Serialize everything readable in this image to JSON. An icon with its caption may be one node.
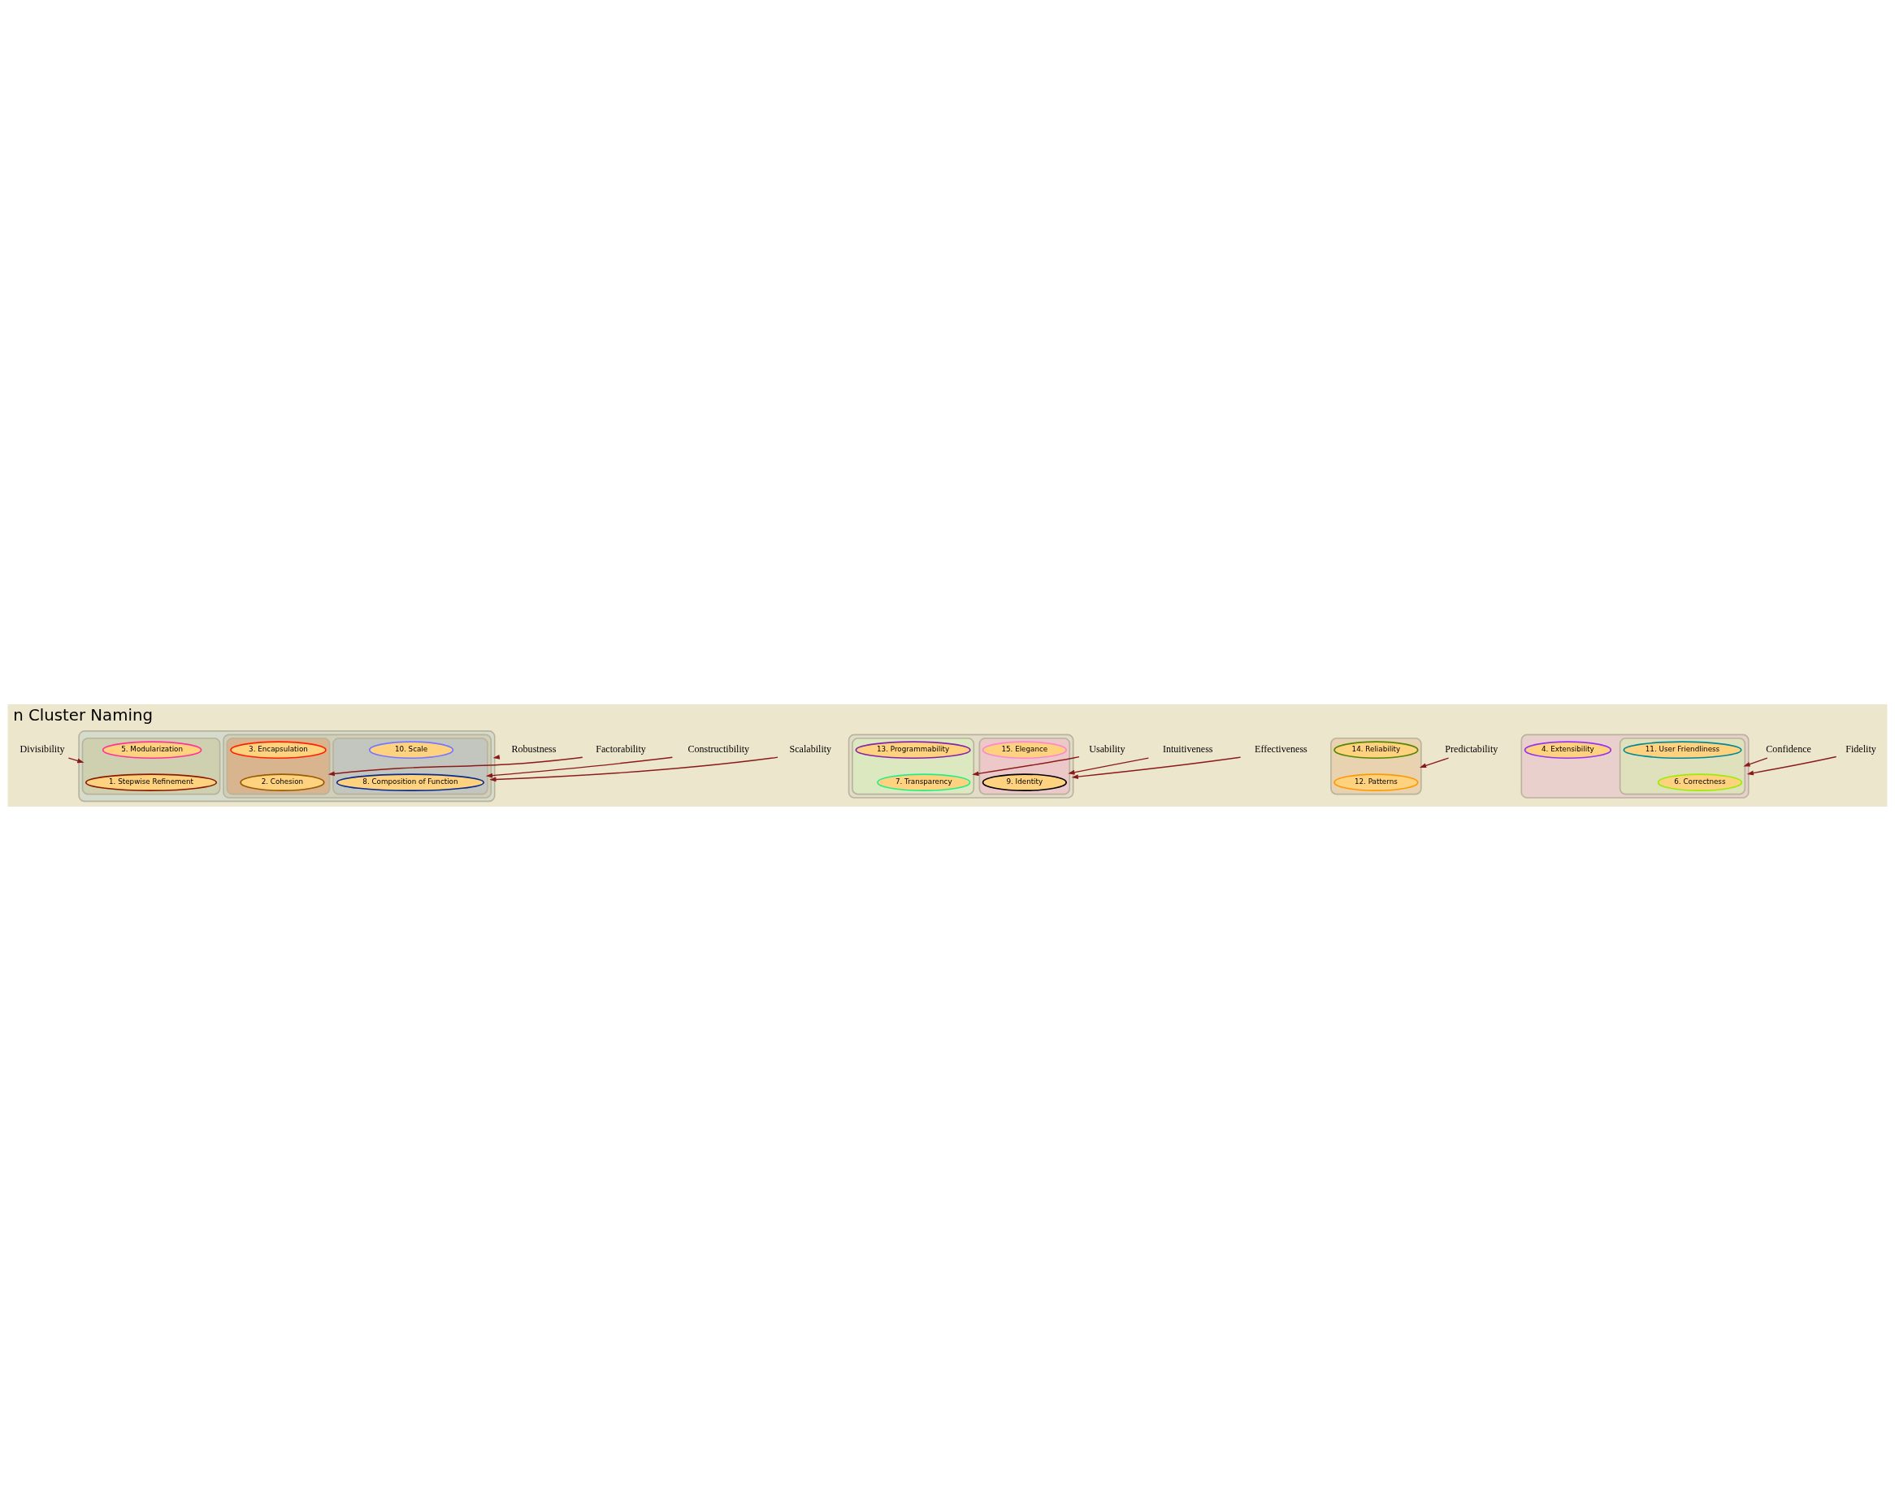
{
  "diagram": {
    "title": "n Cluster Naming",
    "nodes": [
      {
        "text": [
          "Divisibility"
        ]
      },
      {
        "text": [],
        "shape": "ellipse"
      },
      {
        "text": [],
        "shape": "ellipse",
        "in": 1
      },
      {
        "text": [
          "1. Stepwise Refinement"
        ],
        "in": 2
      },
      {
        "text": [
          "5. Modularization"
        ],
        "in": 2
      },
      {
        "text": [
          "Robustness"
        ]
      },
      {
        "text": [
          "Constructibility"
        ]
      },
      {
        "text": [],
        "shape": "ellipse",
        "in": 1
      },
      {
        "text": [],
        "shape": "ellipse",
        "in": 7
      },
      {
        "text": [
          "8. Composition of Function"
        ],
        "in": 8
      },
      {
        "text": [
          "10. Scale"
        ],
        "in": 8
      },
      {
        "text": [],
        "shape": "ellipse",
        "in": 7
      },
      {
        "text": [
          "2. Cohesion"
        ],
        "in": 11
      },
      {
        "text": [
          "3. Encapsulation"
        ],
        "in": 11
      },
      {
        "text": [
          "Factorability"
        ]
      },
      {
        "text": [
          "Scalability"
        ]
      },
      {
        "text": [],
        "shape": "ellipse"
      },
      {
        "text": [],
        "shape": "ellipse",
        "in": 16
      },
      {
        "text": [
          "9. Identity"
        ],
        "in": 17
      },
      {
        "text": [
          "15. Elegance"
        ],
        "in": 17
      },
      {
        "text": [],
        "shape": "ellipse",
        "in": 16
      },
      {
        "text": [
          "7. Transparency"
        ],
        "in": 20
      },
      {
        "text": [
          "13. Programmability"
        ],
        "in": 20
      },
      {
        "text": [
          "Intuitiveness"
        ]
      },
      {
        "text": [
          "Usability"
        ]
      },
      {
        "text": [
          "Effectiveness"
        ]
      },
      {
        "text": [],
        "shape": "ellipse"
      },
      {
        "text": [
          "12. Patterns"
        ],
        "in": 26
      },
      {
        "text": [
          "14. Reliability"
        ],
        "in": 26
      },
      {
        "text": [
          "Predictability"
        ]
      },
      {
        "text": [],
        "shape": "ellipse"
      },
      {
        "text": [],
        "shape": "ellipse",
        "in": 30
      },
      {
        "text": [
          "6. Correctness"
        ],
        "in": 31
      },
      {
        "text": [
          "11. User Friendliness"
        ],
        "in": 31
      },
      {
        "text": [
          "4. Extensibility"
        ],
        "in": 30
      },
      {
        "text": [
          "Confidence"
        ]
      },
      {
        "text": [
          "Fidelity"
        ]
      }
    ],
    "edges": [
      {
        "from": 0,
        "to": 2,
        "arrow": "to"
      },
      {
        "from": 5,
        "to": 1,
        "arrow": "to"
      },
      {
        "from": 6,
        "to": 8,
        "arrow": "to"
      },
      {
        "from": 14,
        "to": 11,
        "arrow": "to"
      },
      {
        "from": 15,
        "to": 7,
        "arrow": "to"
      },
      {
        "from": 23,
        "to": 17,
        "arrow": "to"
      },
      {
        "from": 24,
        "to": 20,
        "arrow": "to"
      },
      {
        "from": 25,
        "to": 16,
        "arrow": "to"
      },
      {
        "from": 29,
        "to": 26,
        "arrow": "to"
      },
      {
        "from": 35,
        "to": 31,
        "arrow": "to"
      },
      {
        "from": 36,
        "to": 30,
        "arrow": "to"
      }
    ]
  }
}
